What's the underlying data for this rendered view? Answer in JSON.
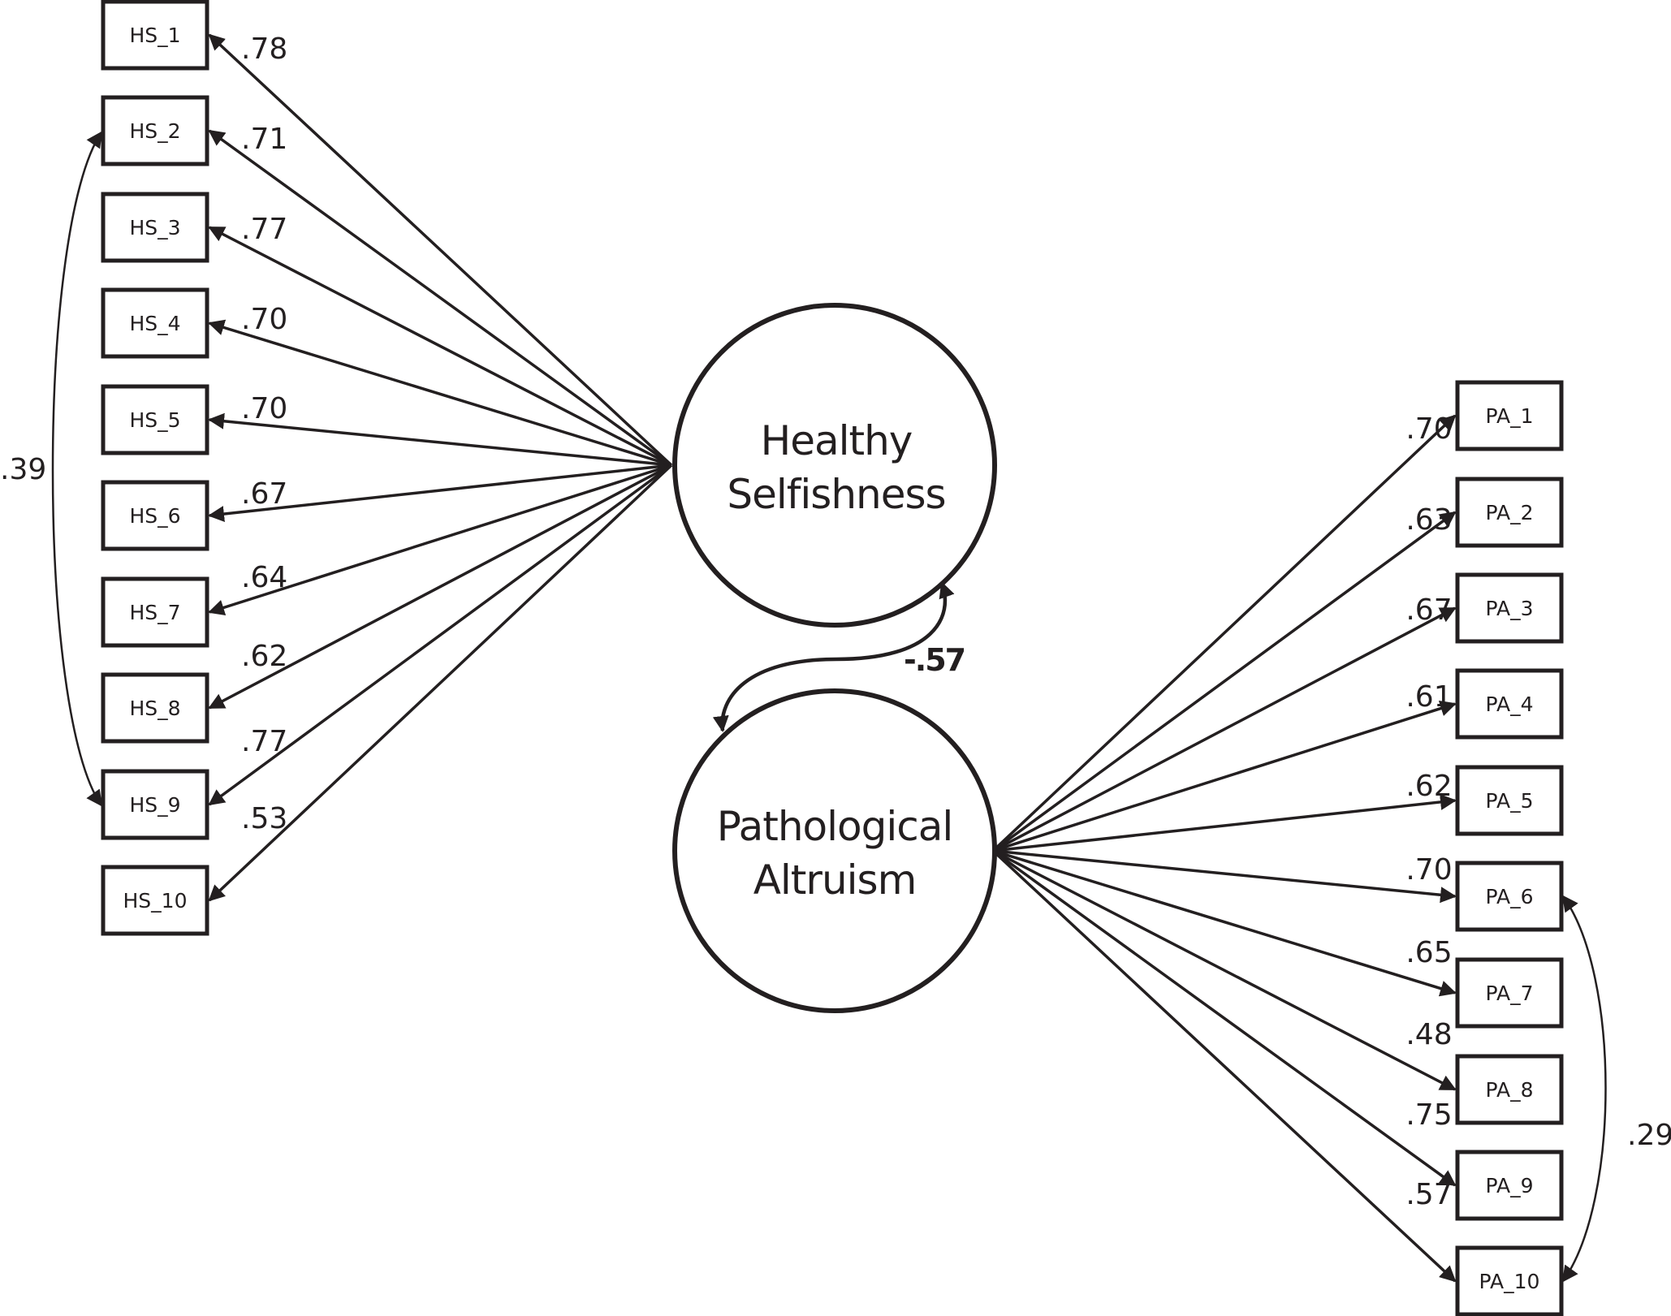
{
  "colors": {
    "ink": "#231f20",
    "background": "#ffffff"
  },
  "factors": {
    "hs": {
      "line1": "Healthy",
      "line2": "Selfishness"
    },
    "pa": {
      "line1": "Pathological",
      "line2": "Altruism"
    }
  },
  "factor_correlation": "-.57",
  "hs_indicators": [
    {
      "label": "HS_1",
      "loading": ".78"
    },
    {
      "label": "HS_2",
      "loading": ".71"
    },
    {
      "label": "HS_3",
      "loading": ".77"
    },
    {
      "label": "HS_4",
      "loading": ".70"
    },
    {
      "label": "HS_5",
      "loading": ".70"
    },
    {
      "label": "HS_6",
      "loading": ".67"
    },
    {
      "label": "HS_7",
      "loading": ".64"
    },
    {
      "label": "HS_8",
      "loading": ".62"
    },
    {
      "label": "HS_9",
      "loading": ".77"
    },
    {
      "label": "HS_10",
      "loading": ".53"
    }
  ],
  "pa_indicators": [
    {
      "label": "PA_1",
      "loading": ".70"
    },
    {
      "label": "PA_2",
      "loading": ".63"
    },
    {
      "label": "PA_3",
      "loading": ".67"
    },
    {
      "label": "PA_4",
      "loading": ".61"
    },
    {
      "label": "PA_5",
      "loading": ".62"
    },
    {
      "label": "PA_6",
      "loading": ".70"
    },
    {
      "label": "PA_7",
      "loading": ".65"
    },
    {
      "label": "PA_8",
      "loading": ".48"
    },
    {
      "label": "PA_9",
      "loading": ".75"
    },
    {
      "label": "PA_10",
      "loading": ".57"
    }
  ],
  "residual_covariances": {
    "hs": {
      "from": "HS_2",
      "to": "HS_9",
      "value": ".39"
    },
    "pa": {
      "from": "PA_6",
      "to": "PA_10",
      "value": ".29"
    }
  }
}
